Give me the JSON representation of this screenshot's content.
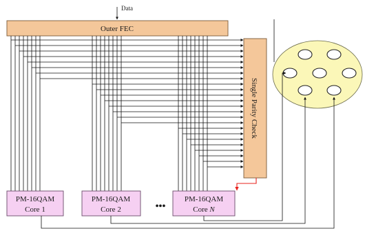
{
  "input_label": "Data",
  "outer_fec_label": "Outer FEC",
  "spc_label": "Single Parity Check",
  "ellipsis": "•••",
  "cores": [
    {
      "line1": "PM-16QAM",
      "line2_text": "Core ",
      "line2_index": "1"
    },
    {
      "line1": "PM-16QAM",
      "line2_text": "Core ",
      "line2_index": "2"
    },
    {
      "line1": "PM-16QAM",
      "line2_text": "Core ",
      "line2_index": "N"
    }
  ],
  "colors": {
    "fec_fill": "#f4c79a",
    "spc_fill": "#f4c79a",
    "core_fill": "#f6d0f2",
    "fiber_fill": "#fbf7b8",
    "highlight_arrow": "#e8231e"
  }
}
